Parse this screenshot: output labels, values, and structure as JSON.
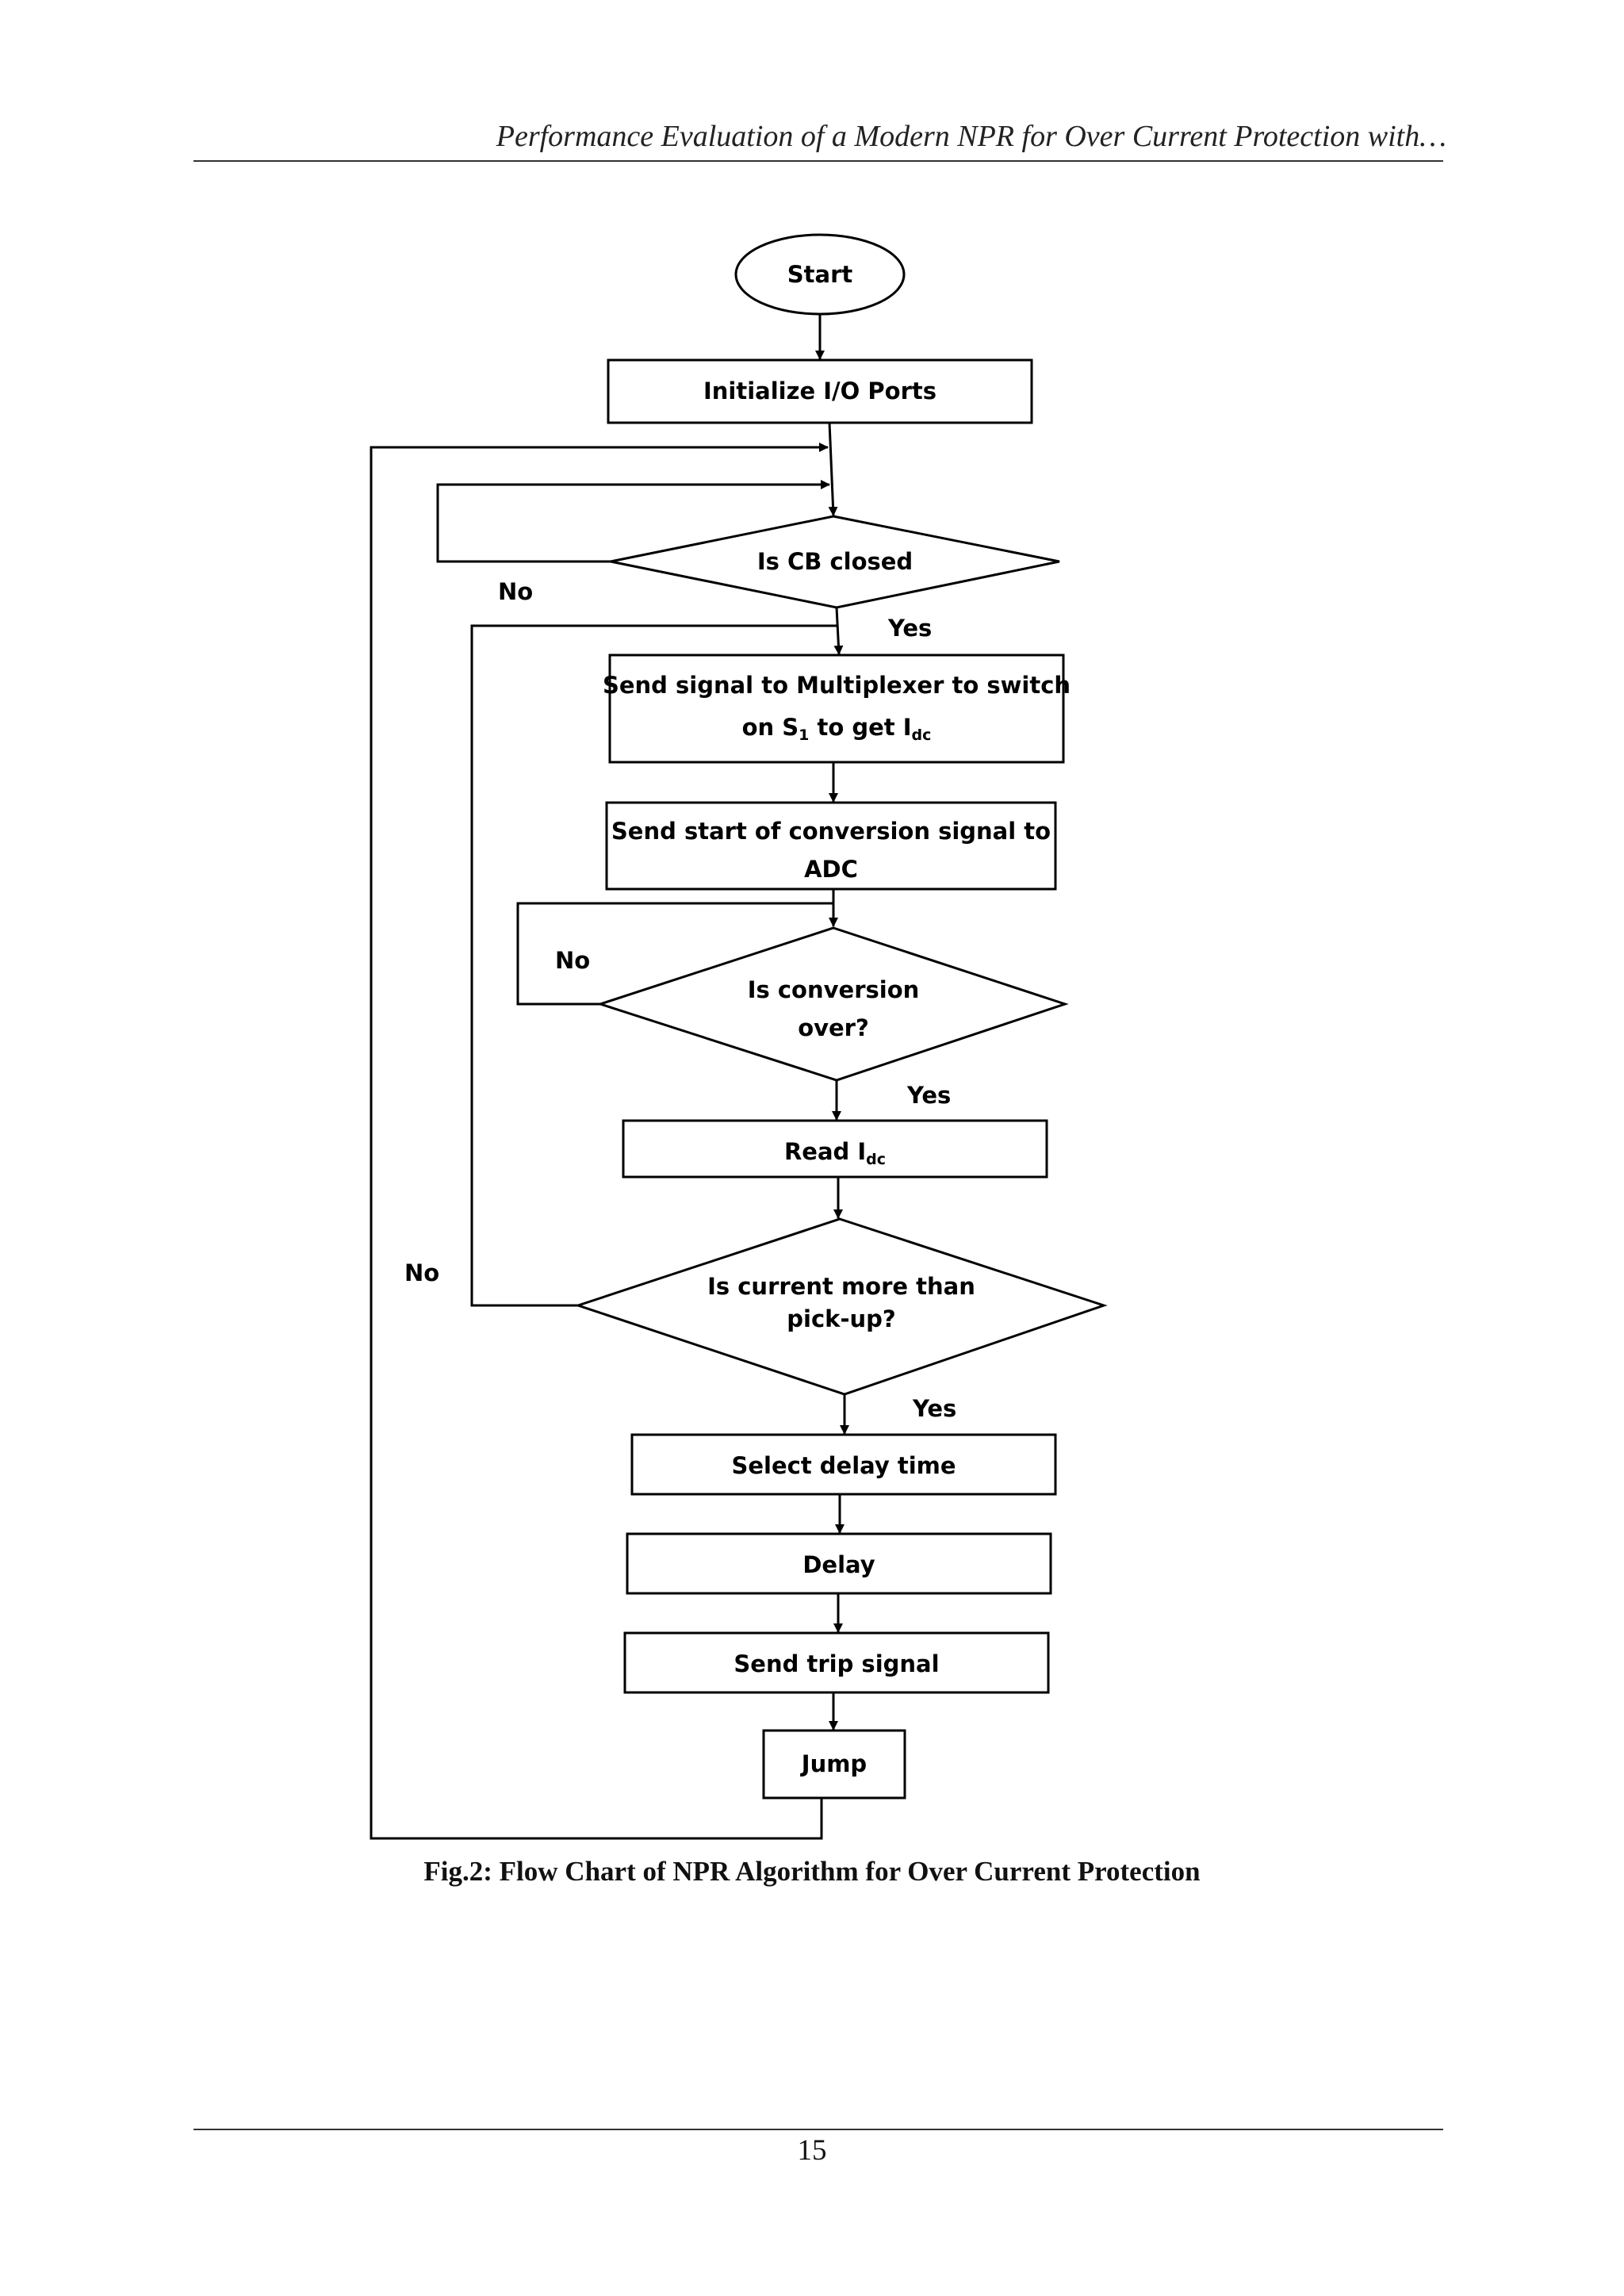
{
  "header": {
    "running_title": "Performance Evaluation of a Modern NPR for Over Current Protection with…"
  },
  "flowchart": {
    "start": "Start",
    "init": "Initialize I/O Ports",
    "cb_question": "Is CB closed",
    "cb_no": "No",
    "cb_yes": "Yes",
    "mux_line1": "Send signal to Multiplexer to switch",
    "mux_line2_prefix": "on S",
    "mux_line2_sub1": "1",
    "mux_line2_mid": " to get I",
    "mux_line2_sub2": "dc",
    "adc_line1": "Send start of conversion signal to",
    "adc_line2": "ADC",
    "conv_line1": "Is conversion",
    "conv_line2": "over?",
    "conv_no": "No",
    "conv_yes": "Yes",
    "read_prefix": "Read I",
    "read_sub": "dc",
    "pickup_line1": "Is current more than",
    "pickup_line2": "pick-up?",
    "pickup_no": "No",
    "pickup_yes": "Yes",
    "select_delay": "Select delay time",
    "delay": "Delay",
    "trip": "Send trip signal",
    "jump": "Jump"
  },
  "caption": "Fig.2: Flow Chart of NPR Algorithm for Over Current Protection",
  "footer": {
    "page_number": "15"
  }
}
